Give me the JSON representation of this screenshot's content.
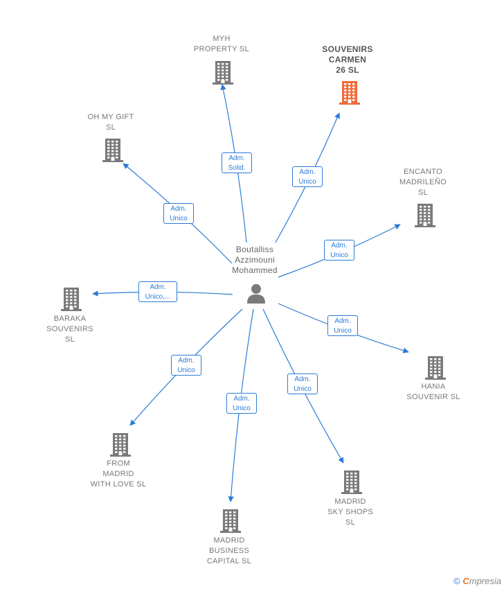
{
  "center": {
    "name": "Boutalliss\nAzzimouni\nMohammed",
    "icon": "person-icon"
  },
  "companies": [
    {
      "id": "myh",
      "name": "MYH\nPROPERTY  SL",
      "icon": "building-icon",
      "highlight": false
    },
    {
      "id": "carmen",
      "name": "SOUVENIRS\nCARMEN\n26  SL",
      "icon": "building-icon",
      "highlight": true
    },
    {
      "id": "ohmygift",
      "name": "OH MY GIFT\nSL",
      "icon": "building-icon",
      "highlight": false
    },
    {
      "id": "encanto",
      "name": "ENCANTO\nMADRILEÑO\nSL",
      "icon": "building-icon",
      "highlight": false
    },
    {
      "id": "baraka",
      "name": "BARAKA\nSOUVENIRS\nSL",
      "icon": "building-icon",
      "highlight": false
    },
    {
      "id": "hania",
      "name": "HANIA\nSOUVENIR SL",
      "icon": "building-icon",
      "highlight": false
    },
    {
      "id": "frommadrid",
      "name": "FROM\nMADRID\nWITH LOVE  SL",
      "icon": "building-icon",
      "highlight": false
    },
    {
      "id": "skyshops",
      "name": "MADRID\nSKY SHOPS\nSL",
      "icon": "building-icon",
      "highlight": false
    },
    {
      "id": "business",
      "name": "MADRID\nBUSINESS\nCAPITAL  SL",
      "icon": "building-icon",
      "highlight": false
    }
  ],
  "edges": [
    {
      "to": "myh",
      "label": "Adm.\nSolid."
    },
    {
      "to": "carmen",
      "label": "Adm.\nUnico"
    },
    {
      "to": "ohmygift",
      "label": "Adm.\nUnico"
    },
    {
      "to": "encanto",
      "label": "Adm.\nUnico"
    },
    {
      "to": "baraka",
      "label": "Adm.\nUnico,..."
    },
    {
      "to": "hania",
      "label": "Adm.\nUnico"
    },
    {
      "to": "frommadrid",
      "label": "Adm.\nUnico"
    },
    {
      "to": "skyshops",
      "label": "Adm.\nUnico"
    },
    {
      "to": "business",
      "label": "Adm.\nUnico"
    }
  ],
  "colors": {
    "edge": "#2b7bd6",
    "building": "#7a7a7a",
    "building_highlight": "#f26a3a",
    "person": "#7a7a7a"
  },
  "brand": {
    "copyright": "©",
    "e": "C",
    "rest": "mpresia"
  }
}
